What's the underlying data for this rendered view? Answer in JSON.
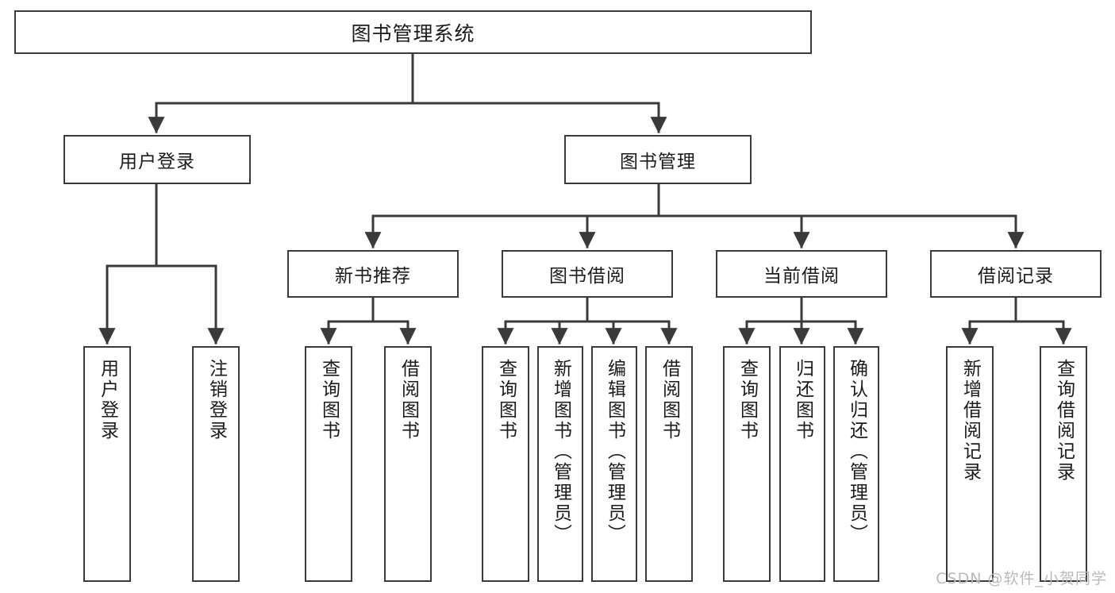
{
  "diagram": {
    "title": "图书管理系统",
    "type": "tree-structure-chart",
    "colors": {
      "box_border": "#3a3a3a",
      "box_fill": "#ffffff",
      "connector": "#3a3a3a",
      "text": "#1b1b1b",
      "watermark": "#b9b9b9",
      "background": "#ffffff"
    }
  },
  "root": {
    "label": "图书管理系统"
  },
  "level2": [
    {
      "label": "用户登录"
    },
    {
      "label": "图书管理"
    }
  ],
  "level3": [
    {
      "label": "新书推荐"
    },
    {
      "label": "图书借阅"
    },
    {
      "label": "当前借阅"
    },
    {
      "label": "借阅记录"
    }
  ],
  "leaves": [
    {
      "label": "用户登录"
    },
    {
      "label": "注销登录"
    },
    {
      "label": "查询图书"
    },
    {
      "label": "借阅图书"
    },
    {
      "label": "查询图书"
    },
    {
      "label": "新增图书（管理员）"
    },
    {
      "label": "编辑图书（管理员）"
    },
    {
      "label": "借阅图书"
    },
    {
      "label": "查询图书"
    },
    {
      "label": "归还图书"
    },
    {
      "label": "确认归还（管理员）"
    },
    {
      "label": "新增借阅记录"
    },
    {
      "label": "查询借阅记录"
    }
  ],
  "watermark": {
    "text": "CSDN @软件_小贺同学"
  }
}
